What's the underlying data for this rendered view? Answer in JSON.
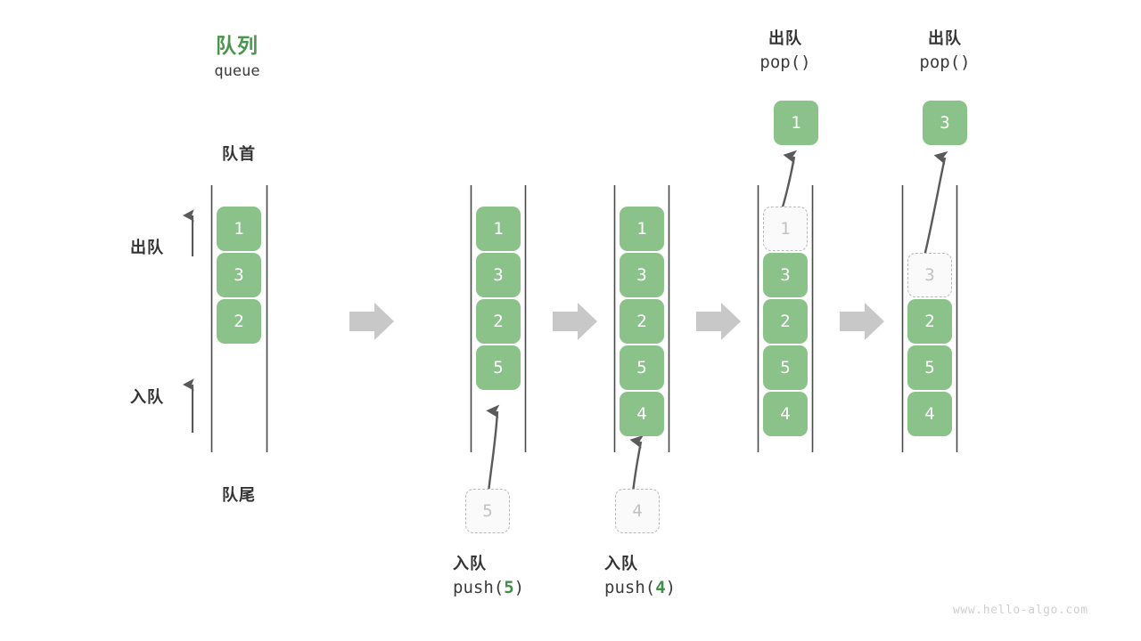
{
  "diagram": {
    "title_cn": "队列",
    "title_code": "queue",
    "head_label": "队首",
    "tail_label": "队尾",
    "dequeue_label": "出队",
    "enqueue_label": "入队",
    "watermark": "www.hello-algo.com",
    "colors": {
      "cell_fill": "#8ac28a",
      "cell_text": "#ffffff",
      "ghost_fill": "#fafafa",
      "ghost_border": "#b9b9b9",
      "ghost_text": "#c2c2c2",
      "rail": "#4a4a4a",
      "arrow_gray": "#c8c8c8",
      "curve_arrow": "#5a5a5a",
      "title_green": "#4c9550",
      "text_dark": "#333333",
      "watermark": "#cfcfcf"
    }
  },
  "columns": [
    {
      "id": "initial",
      "cells": [
        "1",
        "3",
        "2"
      ],
      "ghost_in_column": null,
      "caption_cn": "",
      "caption_code": "",
      "caption_hl": ""
    },
    {
      "id": "push-5",
      "cells": [
        "1",
        "3",
        "2",
        "5"
      ],
      "ghost_in_column": null,
      "incoming_ghost": "5",
      "caption_cn": "入队",
      "caption_code_pre": "push(",
      "caption_hl": "5",
      "caption_code_post": ")"
    },
    {
      "id": "push-4",
      "cells": [
        "1",
        "3",
        "2",
        "5",
        "4"
      ],
      "ghost_in_column": null,
      "incoming_ghost": "4",
      "caption_cn": "入队",
      "caption_code_pre": "push(",
      "caption_hl": "4",
      "caption_code_post": ")"
    },
    {
      "id": "pop-1",
      "cells": [
        "3",
        "2",
        "5",
        "4"
      ],
      "ghost_in_column": "1",
      "popped_value": "1",
      "caption_cn": "出队",
      "caption_code_pre": "pop(",
      "caption_hl": "",
      "caption_code_post": ")"
    },
    {
      "id": "pop-3",
      "cells": [
        "2",
        "5",
        "4"
      ],
      "ghost_in_column": "3",
      "popped_value": "3",
      "caption_cn": "出队",
      "caption_code_pre": "pop(",
      "caption_hl": "",
      "caption_code_post": ")"
    }
  ],
  "step_arrows": [
    {
      "name": "step-arrow-1"
    },
    {
      "name": "step-arrow-2"
    },
    {
      "name": "step-arrow-3"
    },
    {
      "name": "step-arrow-4"
    }
  ]
}
